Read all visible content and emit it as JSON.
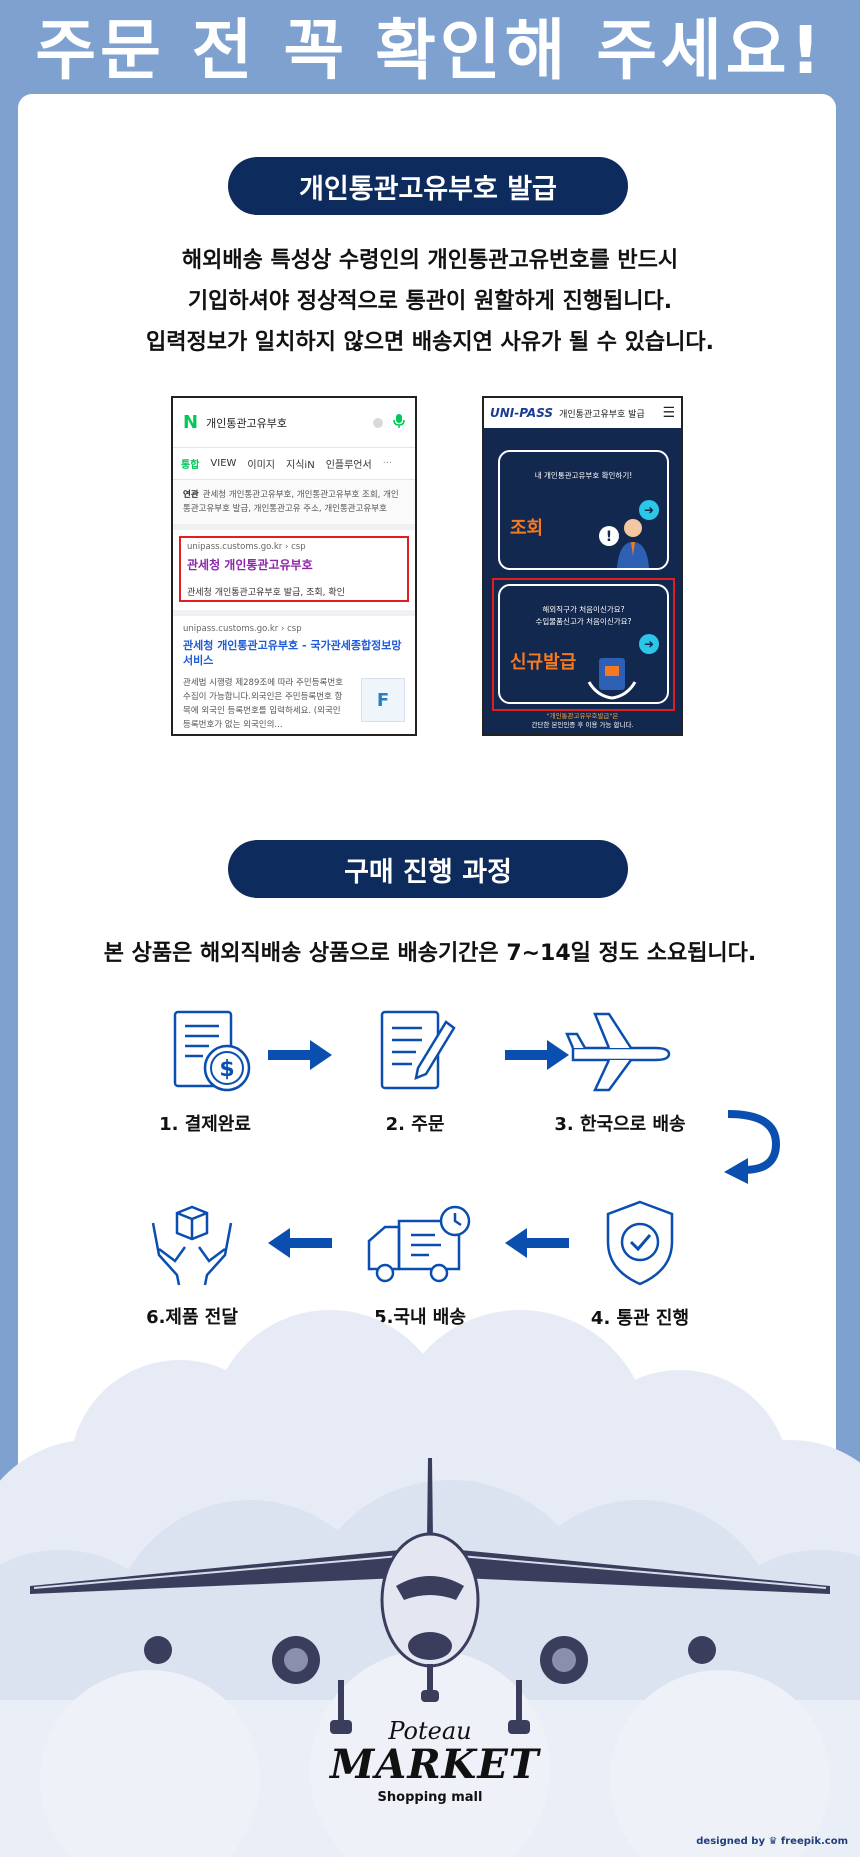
{
  "hero": {
    "title": "주문 전 꼭 확인해 주세요!"
  },
  "section1": {
    "pill": "개인통관고유부호 발급",
    "lines": [
      "해외배송 특성상 수령인의 개인통관고유번호를 반드시",
      "기입하셔야 정상적으로 통관이 원할하게 진행됩니다.",
      "입력정보가 일치하지 않으면 배송지연 사유가 될 수 있습니다."
    ]
  },
  "phone_search": {
    "logo": "N",
    "query": "개인통관고유부호",
    "tabs": [
      "통합",
      "VIEW",
      "이미지",
      "지식iN",
      "인플루언서"
    ],
    "related_label": "연관",
    "related_text": "관세청 개인통관고유부호, 개인통관고유부호 조회, 개인통관고유부호 발급, 개인통관고유 주소, 개인통관고유부호",
    "result1_url": "unipass.customs.go.kr › csp",
    "result1_title": "관세청 개인통관고유부호",
    "result1_desc": "관세청 개인통관고유부호 발급, 조회, 확인",
    "result2_url": "unipass.customs.go.kr › csp",
    "result2_title": "관세청 개인통관고유부호 - 국가관세종합정보망서비스",
    "result2_desc": "관세법 시행령 제289조에 따라 주민등록번호 수집이 가능합니다.외국인은 주민등록번호 항목에 외국인 등록번호를 입력하세요. (외국인등록번호가 없는 외국인의...",
    "thumb_letter": "F"
  },
  "phone_unipass": {
    "logo": "UNI-PASS",
    "title": "개인통관고유부호 발급",
    "menu_icon": "☰",
    "card1_small": "내 개인통관고유부호 확인하기!",
    "card1_big": "조회",
    "card2_small_1": "해외직구가 처음이신가요?",
    "card2_small_2": "수입물품신고가 처음이신가요?",
    "card2_big": "신규발급",
    "arrow": "➜",
    "foot_1": "\"개인통관고유부호발급\"은",
    "foot_2": "간단한 본인인증 후 이용 가능 합니다."
  },
  "section2": {
    "pill": "구매 진행 과정",
    "note": "본 상품은 해외직배송 상품으로 배송기간은 7~14일 정도 소요됩니다."
  },
  "steps": [
    {
      "label": "1. 결제완료",
      "icon": "invoice-dollar-icon"
    },
    {
      "label": "2. 주문",
      "icon": "document-pen-icon"
    },
    {
      "label": "3. 한국으로 배송",
      "icon": "airplane-icon"
    },
    {
      "label": "4. 통관 진행",
      "icon": "shield-check-icon"
    },
    {
      "label": "5.국내 배송",
      "icon": "delivery-truck-icon"
    },
    {
      "label": "6.제품 전달",
      "icon": "hands-box-icon"
    }
  ],
  "brand": {
    "line1": "Poteau",
    "line2": "MARKET",
    "line3": "Shopping mall"
  },
  "credit": "designed by ♛ freepik.com",
  "colors": {
    "navy": "#0d2b5c",
    "blue": "#0a4fb0",
    "background": "#7ea1cf"
  }
}
